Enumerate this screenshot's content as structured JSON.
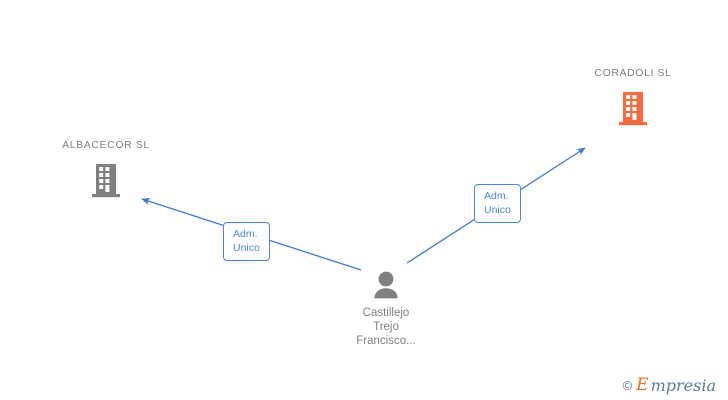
{
  "diagram": {
    "background_color": "#ffffff",
    "edge_color": "#3c78d8",
    "company_gray": "#808080",
    "company_orange": "#f96a3c",
    "label_blue": "#4a86e8",
    "nodes": [
      {
        "id": "albacecor",
        "title": "ALBACECOR  SL",
        "icon": "building-icon",
        "icon_color": "#808080"
      },
      {
        "id": "coradoli",
        "title": "CORADOLI  SL",
        "icon": "building-icon",
        "icon_color": "#f96a3c"
      },
      {
        "id": "person",
        "icon": "person-icon",
        "icon_color": "#808080",
        "caption_lines": [
          "Castillejo",
          "Trejo",
          "Francisco..."
        ]
      }
    ],
    "edges": [
      {
        "id": "person-to-albacecor",
        "from": "person",
        "to": "albacecor",
        "label_lines": [
          "Adm.",
          "Unico"
        ],
        "arrow": "end"
      },
      {
        "id": "person-to-coradoli",
        "from": "person",
        "to": "coradoli",
        "label_lines": [
          "Adm.",
          "Unico"
        ],
        "arrow": "end"
      }
    ]
  },
  "watermark": {
    "copyright": "©",
    "brand_initial": "E",
    "brand_rest": "mpresia"
  }
}
